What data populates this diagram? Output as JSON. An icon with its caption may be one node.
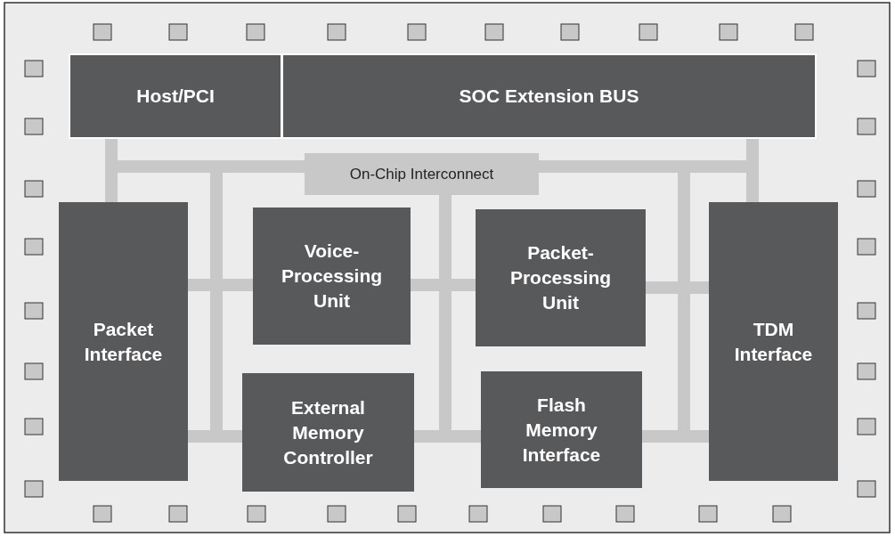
{
  "diagram": {
    "nodes": [
      {
        "text": [
          "Host/PCI"
        ]
      },
      {
        "text": [
          "SOC Extension BUS"
        ]
      },
      {
        "text": [
          "On-Chip Interconnect"
        ]
      },
      {
        "text": [
          "Packet Interface"
        ]
      },
      {
        "text": [
          "Voice-Processing Unit"
        ]
      },
      {
        "text": [
          "Packet-Processing Unit"
        ]
      },
      {
        "text": [
          "TDM Interface"
        ]
      },
      {
        "text": [
          "External Memory Controller"
        ]
      },
      {
        "text": [
          "Flash Memory Interface"
        ]
      }
    ],
    "edges": [
      {
        "from": 0,
        "to": 2,
        "arrow": "none"
      },
      {
        "from": 1,
        "to": 2,
        "arrow": "none"
      },
      {
        "from": 3,
        "to": 2,
        "arrow": "none"
      },
      {
        "from": 3,
        "to": 2,
        "arrow": "none"
      },
      {
        "from": 3,
        "to": 2,
        "arrow": "none"
      },
      {
        "from": 4,
        "to": 2,
        "arrow": "none"
      },
      {
        "from": 4,
        "to": 2,
        "arrow": "none"
      },
      {
        "from": 5,
        "to": 2,
        "arrow": "none"
      },
      {
        "from": 5,
        "to": 2,
        "arrow": "none"
      },
      {
        "from": 6,
        "to": 2,
        "arrow": "none"
      },
      {
        "from": 6,
        "to": 2,
        "arrow": "none"
      },
      {
        "from": 6,
        "to": 2,
        "arrow": "none"
      },
      {
        "from": 7,
        "to": 2,
        "arrow": "none"
      },
      {
        "from": 7,
        "to": 2,
        "arrow": "none"
      },
      {
        "from": 8,
        "to": 2,
        "arrow": "none"
      },
      {
        "from": 8,
        "to": 2,
        "arrow": "none"
      }
    ]
  }
}
